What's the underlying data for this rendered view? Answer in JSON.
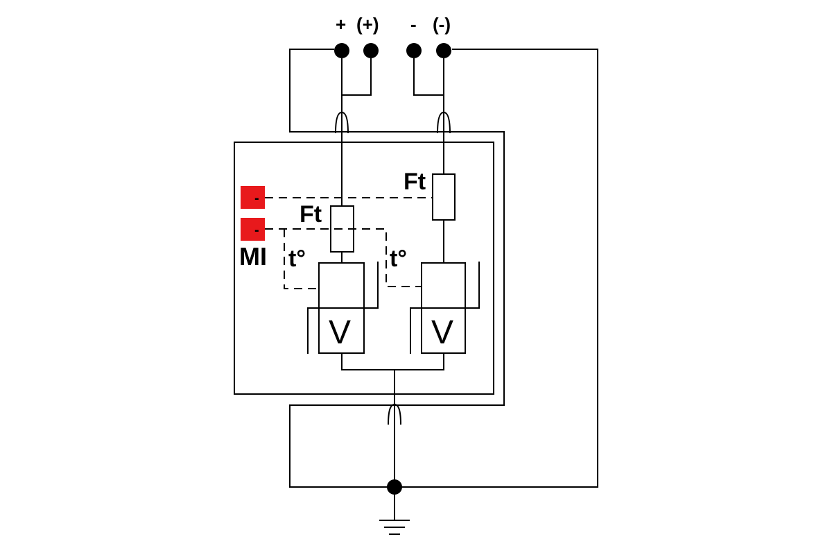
{
  "terminals": {
    "plus": "+",
    "plus_paren": "(+)",
    "minus": "-",
    "minus_paren": "(-)"
  },
  "fuses": {
    "left": "Ft",
    "right": "Ft"
  },
  "thermal": {
    "left": "t°",
    "right": "t°"
  },
  "varistors": {
    "left": "V",
    "right": "V"
  },
  "indicator": {
    "label": "MI",
    "top_flag": "-",
    "bottom_flag": "-",
    "color": "#e8191c"
  },
  "icons": {
    "ground": "ground-symbol-icon"
  }
}
